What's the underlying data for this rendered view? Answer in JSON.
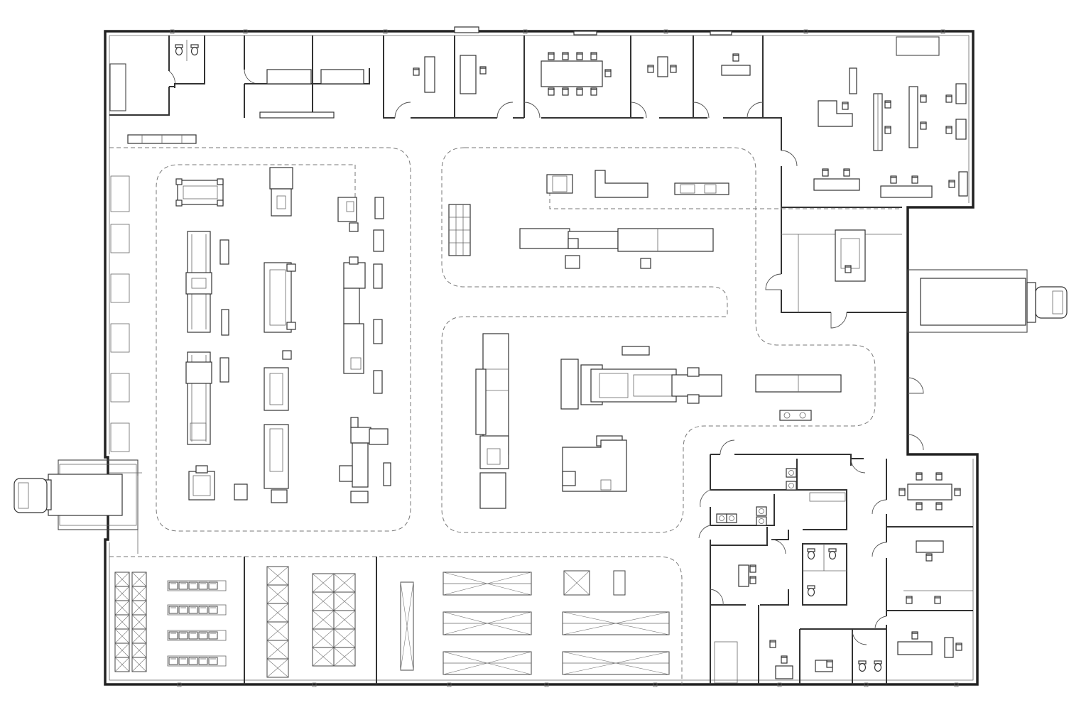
{
  "plan": {
    "view": "floor-plan",
    "line_color": "#222222",
    "background": "#ffffff",
    "icons": {
      "trucks": [
        "truck-icon-west",
        "truck-icon-east"
      ],
      "toilets": "toilet-icon",
      "chairs": "chair-icon",
      "doors": "door-swing-icon"
    }
  }
}
